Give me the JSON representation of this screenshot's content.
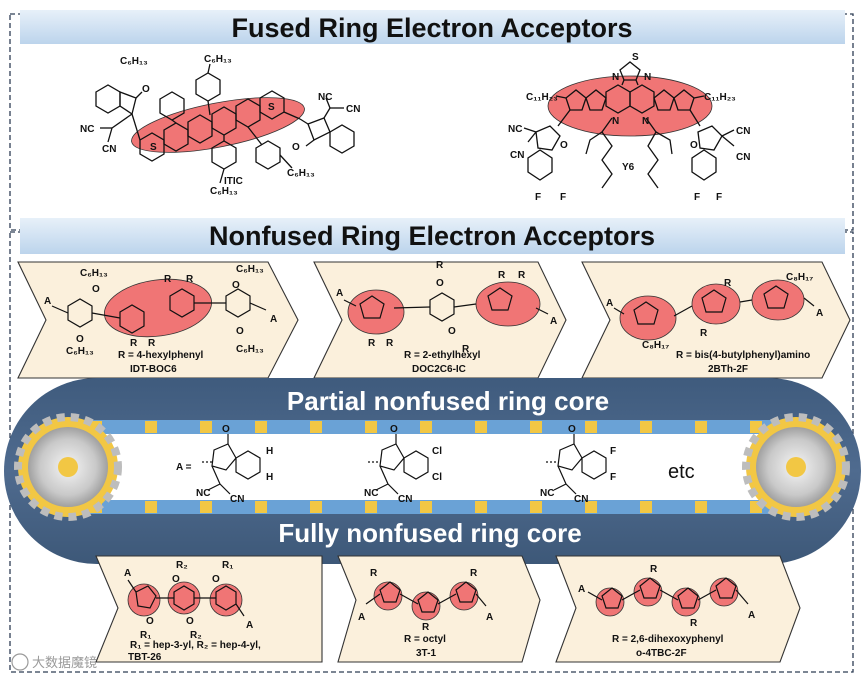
{
  "titles": {
    "fused": "Fused Ring Electron Acceptors",
    "nonfused": "Nonfused Ring Electron Acceptors"
  },
  "belt": {
    "partial": "Partial nonfused ring core",
    "fully": "Fully nonfused ring core",
    "a_label": "A =",
    "etc": "etc"
  },
  "fused_molecules": [
    {
      "name": "ITIC"
    },
    {
      "name": "Y6"
    }
  ],
  "itic_labels": {
    "c6h13_top1": "C₆H₁₃",
    "c6h13_top2": "C₆H₁₃",
    "c6h13_bot1": "C₆H₁₃",
    "c6h13_bot2": "C₆H₁₃",
    "cn1": "NC",
    "cn2": "CN",
    "cn3": "NC",
    "cn4": "CN",
    "o1": "O",
    "o2": "O",
    "s": "S"
  },
  "y6_labels": {
    "c11h23_left": "C₁₁H₂₃",
    "c11h23_right": "C₁₁H₂₃",
    "s_top": "S",
    "n_top": "N",
    "nc_l": "NC",
    "cn_l": "CN",
    "nc_r": "NC",
    "cn_r": "CN",
    "f": "F",
    "n": "N",
    "o": "O"
  },
  "partial_molecules": [
    {
      "name": "IDT-BOC6",
      "substituent": "R = 4-hexylphenyl",
      "side": "C₆H₁₃",
      "o": "O",
      "a": "A",
      "r": "R"
    },
    {
      "name": "DOC2C6-IC",
      "substituent": "R = 2-ethylhexyl",
      "o": "O",
      "a": "A",
      "r": "R"
    },
    {
      "name": "2BTh-2F",
      "substituent": "R = bis(4-butylphenyl)amino",
      "side": "C₈H₁₇",
      "a": "A",
      "r": "R"
    }
  ],
  "fully_molecules": [
    {
      "name": "TBT-26",
      "substituent_line1": "R₁ = hep-3-yl, R₂ = hep-4-yl,",
      "r1": "R₁",
      "r2": "R₂",
      "o": "O",
      "a": "A"
    },
    {
      "name": "3T-1",
      "substituent": "R = octyl",
      "r": "R",
      "a": "A"
    },
    {
      "name": "o-4TBC-2F",
      "substituent": "R = 2,6-dihexoxyphenyl",
      "r": "R",
      "a": "A"
    }
  ],
  "end_groups": [
    {
      "x1": "H",
      "x2": "H"
    },
    {
      "x1": "Cl",
      "x2": "Cl"
    },
    {
      "x1": "F",
      "x2": "F"
    }
  ],
  "end_group_atoms": {
    "o": "O",
    "nc": "NC",
    "cn": "CN"
  },
  "watermark": "大数据魔镜",
  "colors": {
    "title_bar": "#c9dcef",
    "panel_fill": "#fbf0dc",
    "core_fill": "#f07575",
    "belt": "#4a6688",
    "rail": "#6aa2d6",
    "cog": "#f2c744",
    "gear": "#bdbdbd"
  }
}
